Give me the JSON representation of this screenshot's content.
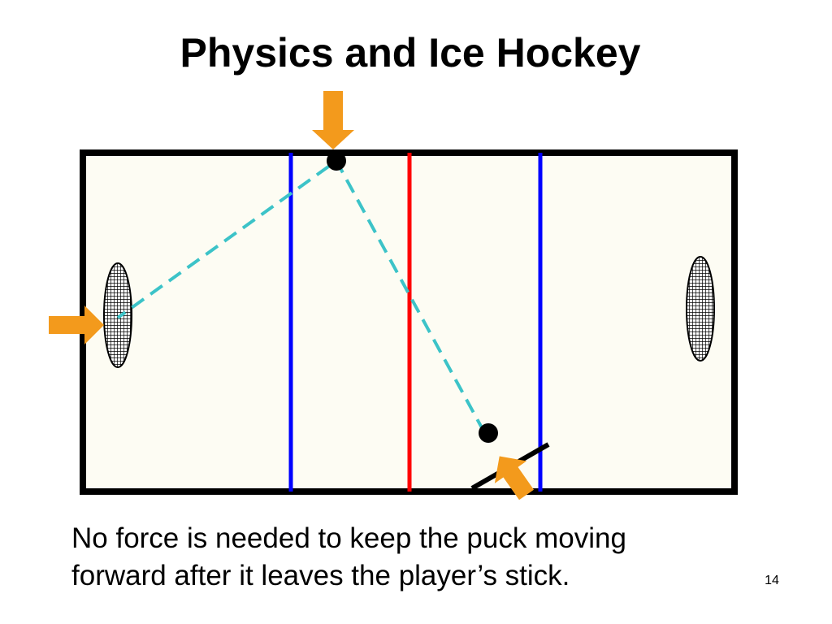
{
  "slide": {
    "title": "Physics and Ice Hockey",
    "caption_line1": "No force is needed to keep the puck moving",
    "caption_line2": "forward after it leaves the player’s stick.",
    "page_number": "14"
  },
  "colors": {
    "rink_fill": "#fdfcf3",
    "rink_border": "#000000",
    "blue_line": "#0000ff",
    "red_line": "#ff0000",
    "puck_path": "#3cc3c8",
    "force_arrow": "#f39a1c",
    "puck": "#000000",
    "stick": "#000000"
  },
  "icons": {
    "force_arrows": [
      "arrow-down-icon",
      "arrow-right-icon",
      "arrow-up-left-icon"
    ],
    "goals": [
      "hockey-goal-net-icon",
      "hockey-goal-net-icon"
    ]
  }
}
